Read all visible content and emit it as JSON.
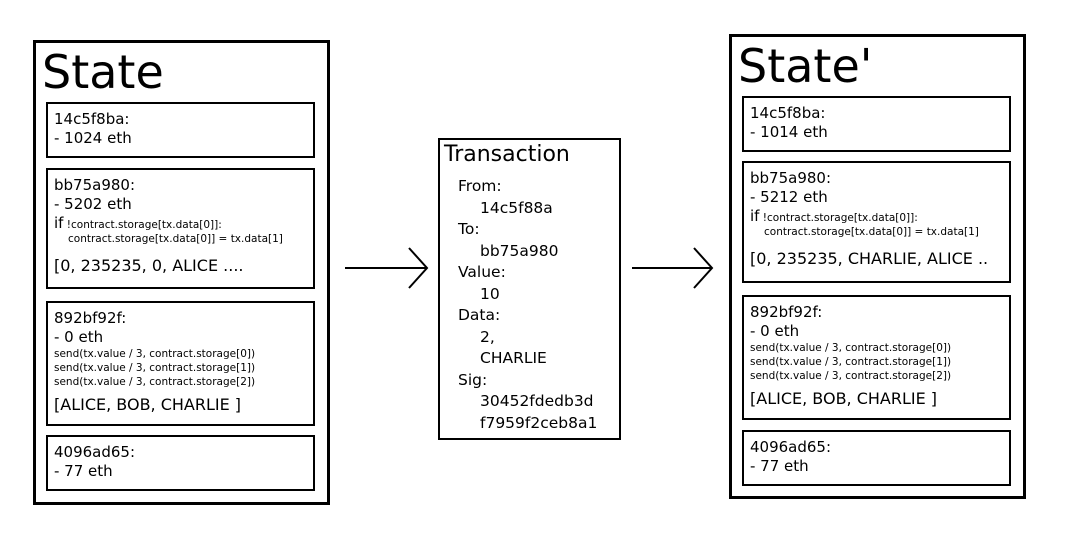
{
  "state_before": {
    "title": "State",
    "accounts": [
      {
        "address": "14c5f8ba:",
        "balance": "- 1024 eth"
      },
      {
        "address": "bb75a980:",
        "balance": "- 5202 eth",
        "code_if_prefix": "if",
        "code_line1": " !contract.storage[tx.data[0]]:",
        "code_line2": "contract.storage[tx.data[0]] = tx.data[1]",
        "storage": "[0, 235235, 0, ALICE ...."
      },
      {
        "address": "892bf92f:",
        "balance": "- 0 eth",
        "code_lines": [
          "send(tx.value / 3, contract.storage[0])",
          "send(tx.value / 3, contract.storage[1])",
          "send(tx.value / 3, contract.storage[2])"
        ],
        "storage": "[ALICE, BOB, CHARLIE ]"
      },
      {
        "address": "4096ad65:",
        "balance": "- 77 eth"
      }
    ]
  },
  "transaction": {
    "title": "Transaction",
    "fields": [
      {
        "label": "From:",
        "values": [
          "14c5f88a"
        ]
      },
      {
        "label": "To:",
        "values": [
          "bb75a980"
        ]
      },
      {
        "label": "Value:",
        "values": [
          "10"
        ]
      },
      {
        "label": "Data:",
        "values": [
          "2,",
          "CHARLIE"
        ]
      },
      {
        "label": "Sig:",
        "values": [
          "30452fdedb3d",
          "f7959f2ceb8a1"
        ]
      }
    ]
  },
  "state_after": {
    "title": "State'",
    "accounts": [
      {
        "address": "14c5f8ba:",
        "balance": "- 1014 eth"
      },
      {
        "address": "bb75a980:",
        "balance": "- 5212 eth",
        "code_if_prefix": "if",
        "code_line1": " !contract.storage[tx.data[0]]:",
        "code_line2": "contract.storage[tx.data[0]] = tx.data[1]",
        "storage": "[0, 235235, CHARLIE, ALICE .."
      },
      {
        "address": "892bf92f:",
        "balance": "- 0 eth",
        "code_lines": [
          "send(tx.value / 3, contract.storage[0])",
          "send(tx.value / 3, contract.storage[1])",
          "send(tx.value / 3, contract.storage[2])"
        ],
        "storage": "[ALICE, BOB, CHARLIE ]"
      },
      {
        "address": "4096ad65:",
        "balance": "- 77 eth"
      }
    ]
  }
}
